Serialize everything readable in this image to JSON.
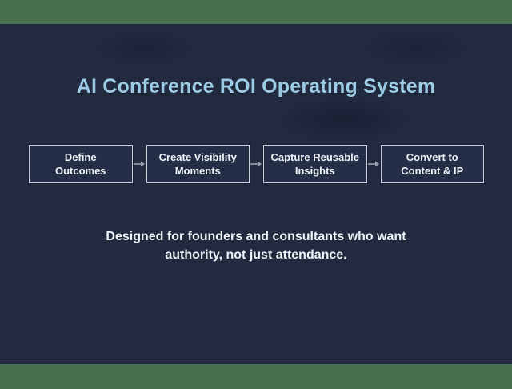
{
  "slide": {
    "title": "AI Conference ROI Operating System",
    "subtitle_line1": "Designed for founders and consultants who want",
    "subtitle_line2": "authority, not just attendance.",
    "steps": [
      {
        "label_line1": "Define",
        "label_line2": "Outcomes"
      },
      {
        "label_line1": "Create Visibility",
        "label_line2": "Moments"
      },
      {
        "label_line1": "Capture Reusable",
        "label_line2": "Insights"
      },
      {
        "label_line1": "Convert to",
        "label_line2": "Content & IP"
      }
    ],
    "colors": {
      "background": "#222A40",
      "accent_green": "#47704E",
      "title_blue": "#9CCBE5",
      "box_fill": "#242E46",
      "box_border": "#C9CED8",
      "text_white": "#EFF2F6",
      "arrow_gray": "#9AA0AC"
    }
  }
}
